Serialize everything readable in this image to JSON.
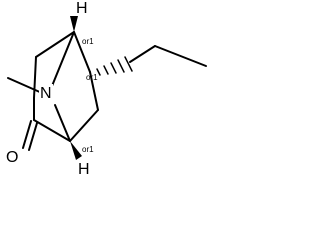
{
  "molecule": {
    "atoms": [
      {
        "element": "H",
        "label": "H",
        "role": "bridgehead-h-top"
      },
      {
        "element": "N",
        "label": "N",
        "role": "bridge-nitrogen"
      },
      {
        "element": "O",
        "label": "O",
        "role": "ketone-oxygen"
      },
      {
        "element": "H",
        "label": "H",
        "role": "bridgehead-h-bottom"
      }
    ],
    "stereo_labels": [
      "or1",
      "or1",
      "or1"
    ],
    "colors": {
      "bond": "#000000",
      "background": "#ffffff"
    }
  }
}
